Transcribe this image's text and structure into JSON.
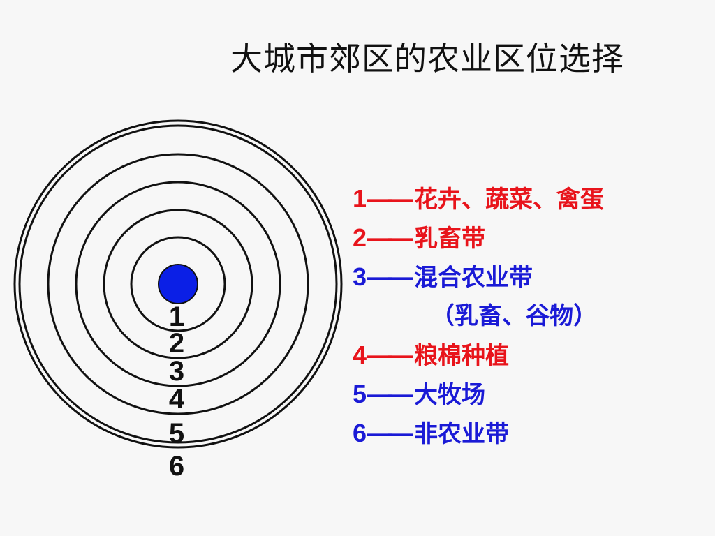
{
  "title": "大城市郊区的农业区位选择",
  "colors": {
    "red": "#e8141b",
    "blue": "#1a1ad6",
    "center": "#0b1fe6",
    "ring": "#111111"
  },
  "zones": [
    "1",
    "2",
    "3",
    "4",
    "5",
    "6"
  ],
  "legend": [
    {
      "num": "1",
      "dash": "——",
      "text": "花卉、蔬菜、禽蛋",
      "color": "red"
    },
    {
      "num": "2",
      "dash": "——",
      "text": "乳畜带",
      "color": "red"
    },
    {
      "num": "3",
      "dash": "——",
      "text": "混合农业带",
      "color": "blue"
    },
    {
      "num": "",
      "dash": "",
      "text": "（乳畜、谷物）",
      "color": "blue"
    },
    {
      "num": "4",
      "dash": "——",
      "text": "粮棉种植",
      "color": "red"
    },
    {
      "num": "5",
      "dash": "——",
      "text": "大牧场",
      "color": "blue"
    },
    {
      "num": "6",
      "dash": "——",
      "text": "非农业带",
      "color": "blue"
    }
  ]
}
